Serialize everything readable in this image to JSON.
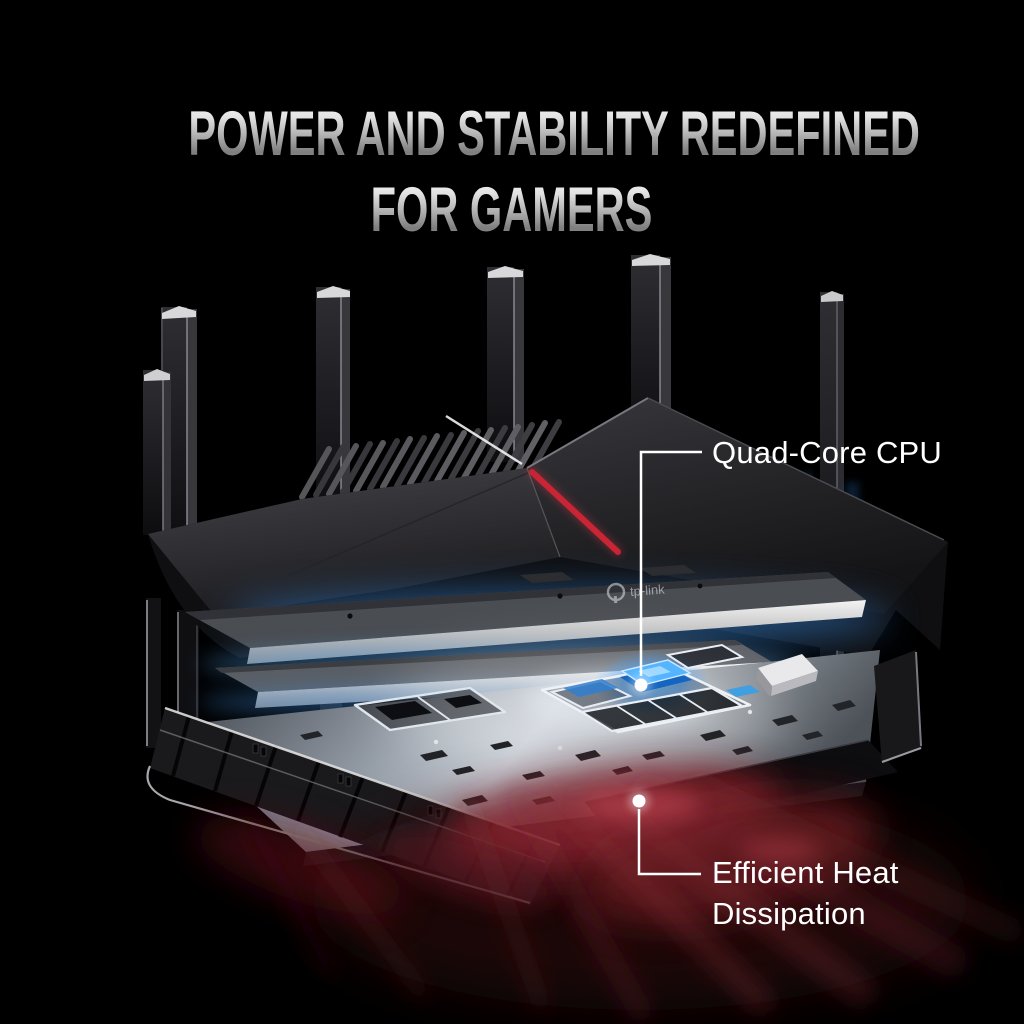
{
  "headline": {
    "line1": "POWER AND STABILITY REDEFINED",
    "line2": "FOR GAMERS"
  },
  "callouts": {
    "cpu": {
      "label": "Quad-Core CPU"
    },
    "heat": {
      "label": "Efficient Heat Dissipation"
    }
  },
  "branding": {
    "logo_text": "tp-link"
  },
  "theme": {
    "background": "#000000",
    "callout_text": "#ffffff",
    "callout_line": "#ffffff",
    "accent_red": "#c11f2e",
    "cpu_glow_blue": "#3fa0ff",
    "underglow_blue": "#2f7fd8",
    "heat_glow_red": "#7d1f2b"
  }
}
